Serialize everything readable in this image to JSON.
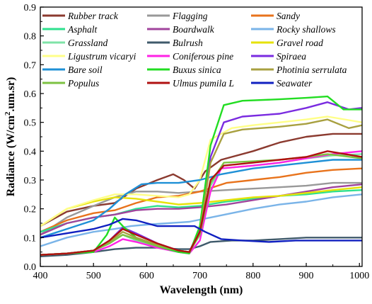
{
  "chart_data": {
    "type": "line",
    "title": "",
    "xlabel": "Wavelength (nm)",
    "ylabel_main": "Radiance (W/cm",
    "ylabel_sup": "2",
    "ylabel_rest": ".um.sr)",
    "xlim": [
      400,
      1005
    ],
    "ylim": [
      0,
      0.9
    ],
    "xticks": [
      400,
      500,
      600,
      700,
      800,
      900,
      1000
    ],
    "yticks": [
      0.0,
      0.1,
      0.2,
      0.3,
      0.4,
      0.5,
      0.6,
      0.7,
      0.8,
      0.9
    ],
    "grid": false,
    "legend_position": "top",
    "series": [
      {
        "name": "Rubber track",
        "color": "#8B3A2F",
        "points": [
          [
            400,
            0.14
          ],
          [
            450,
            0.19
          ],
          [
            500,
            0.21
          ],
          [
            540,
            0.22
          ],
          [
            580,
            0.27
          ],
          [
            620,
            0.3
          ],
          [
            650,
            0.32
          ],
          [
            670,
            0.3
          ],
          [
            690,
            0.27
          ],
          [
            710,
            0.33
          ],
          [
            740,
            0.37
          ],
          [
            800,
            0.4
          ],
          [
            850,
            0.43
          ],
          [
            900,
            0.45
          ],
          [
            950,
            0.46
          ],
          [
            1005,
            0.46
          ]
        ]
      },
      {
        "name": "Flagging",
        "color": "#999999",
        "points": [
          [
            400,
            0.11
          ],
          [
            450,
            0.17
          ],
          [
            500,
            0.21
          ],
          [
            540,
            0.24
          ],
          [
            580,
            0.26
          ],
          [
            620,
            0.26
          ],
          [
            660,
            0.255
          ],
          [
            700,
            0.26
          ],
          [
            750,
            0.265
          ],
          [
            800,
            0.27
          ],
          [
            850,
            0.275
          ],
          [
            900,
            0.28
          ],
          [
            950,
            0.29
          ],
          [
            1005,
            0.29
          ]
        ]
      },
      {
        "name": "Sandy",
        "color": "#E8731C",
        "points": [
          [
            400,
            0.12
          ],
          [
            450,
            0.16
          ],
          [
            500,
            0.185
          ],
          [
            540,
            0.195
          ],
          [
            580,
            0.22
          ],
          [
            620,
            0.24
          ],
          [
            660,
            0.245
          ],
          [
            700,
            0.26
          ],
          [
            750,
            0.29
          ],
          [
            800,
            0.3
          ],
          [
            850,
            0.31
          ],
          [
            900,
            0.325
          ],
          [
            950,
            0.335
          ],
          [
            1005,
            0.34
          ]
        ]
      },
      {
        "name": "Asphalt",
        "color": "#2EE08E",
        "points": [
          [
            400,
            0.12
          ],
          [
            450,
            0.15
          ],
          [
            500,
            0.17
          ],
          [
            540,
            0.18
          ],
          [
            580,
            0.2
          ],
          [
            620,
            0.21
          ],
          [
            660,
            0.205
          ],
          [
            700,
            0.21
          ],
          [
            750,
            0.225
          ],
          [
            800,
            0.235
          ],
          [
            850,
            0.245
          ],
          [
            900,
            0.25
          ],
          [
            950,
            0.26
          ],
          [
            1005,
            0.265
          ]
        ]
      },
      {
        "name": "Boardwalk",
        "color": "#A0449C",
        "points": [
          [
            400,
            0.11
          ],
          [
            450,
            0.15
          ],
          [
            500,
            0.17
          ],
          [
            540,
            0.18
          ],
          [
            580,
            0.195
          ],
          [
            620,
            0.2
          ],
          [
            660,
            0.2
          ],
          [
            700,
            0.205
          ],
          [
            750,
            0.215
          ],
          [
            800,
            0.23
          ],
          [
            850,
            0.245
          ],
          [
            900,
            0.26
          ],
          [
            950,
            0.275
          ],
          [
            1005,
            0.285
          ]
        ]
      },
      {
        "name": "Rocky shallows",
        "color": "#7AB4E8",
        "points": [
          [
            400,
            0.07
          ],
          [
            450,
            0.1
          ],
          [
            500,
            0.12
          ],
          [
            540,
            0.13
          ],
          [
            570,
            0.14
          ],
          [
            600,
            0.145
          ],
          [
            640,
            0.15
          ],
          [
            680,
            0.155
          ],
          [
            720,
            0.17
          ],
          [
            760,
            0.185
          ],
          [
            800,
            0.2
          ],
          [
            850,
            0.215
          ],
          [
            900,
            0.225
          ],
          [
            950,
            0.24
          ],
          [
            1005,
            0.25
          ]
        ]
      },
      {
        "name": "Grassland",
        "color": "#7FE3A7",
        "points": [
          [
            400,
            0.04
          ],
          [
            450,
            0.045
          ],
          [
            500,
            0.055
          ],
          [
            530,
            0.085
          ],
          [
            555,
            0.11
          ],
          [
            580,
            0.09
          ],
          [
            620,
            0.07
          ],
          [
            660,
            0.055
          ],
          [
            680,
            0.05
          ],
          [
            700,
            0.11
          ],
          [
            720,
            0.28
          ],
          [
            740,
            0.34
          ],
          [
            800,
            0.35
          ],
          [
            850,
            0.36
          ],
          [
            900,
            0.375
          ],
          [
            950,
            0.385
          ],
          [
            1005,
            0.39
          ]
        ]
      },
      {
        "name": "Bulrush",
        "color": "#3F5A6B",
        "points": [
          [
            400,
            0.035
          ],
          [
            450,
            0.04
          ],
          [
            500,
            0.05
          ],
          [
            540,
            0.06
          ],
          [
            580,
            0.065
          ],
          [
            620,
            0.065
          ],
          [
            660,
            0.06
          ],
          [
            680,
            0.06
          ],
          [
            700,
            0.07
          ],
          [
            720,
            0.085
          ],
          [
            760,
            0.09
          ],
          [
            800,
            0.09
          ],
          [
            850,
            0.095
          ],
          [
            900,
            0.1
          ],
          [
            950,
            0.1
          ],
          [
            1005,
            0.1
          ]
        ]
      },
      {
        "name": "Gravel road",
        "color": "#E6E20A",
        "points": [
          [
            400,
            0.14
          ],
          [
            450,
            0.2
          ],
          [
            500,
            0.225
          ],
          [
            540,
            0.24
          ],
          [
            580,
            0.235
          ],
          [
            620,
            0.225
          ],
          [
            660,
            0.215
          ],
          [
            700,
            0.22
          ],
          [
            750,
            0.23
          ],
          [
            800,
            0.24
          ],
          [
            850,
            0.245
          ],
          [
            900,
            0.255
          ],
          [
            950,
            0.265
          ],
          [
            1005,
            0.275
          ]
        ]
      },
      {
        "name": "Ligustrum vicaryi",
        "color": "#FFFF88",
        "points": [
          [
            400,
            0.14
          ],
          [
            450,
            0.2
          ],
          [
            500,
            0.23
          ],
          [
            540,
            0.25
          ],
          [
            580,
            0.25
          ],
          [
            620,
            0.245
          ],
          [
            660,
            0.24
          ],
          [
            680,
            0.25
          ],
          [
            700,
            0.3
          ],
          [
            720,
            0.44
          ],
          [
            760,
            0.48
          ],
          [
            800,
            0.49
          ],
          [
            850,
            0.5
          ],
          [
            900,
            0.51
          ],
          [
            940,
            0.52
          ],
          [
            1005,
            0.5
          ]
        ]
      },
      {
        "name": "Coniferous pine",
        "color": "#FF22E5",
        "points": [
          [
            400,
            0.04
          ],
          [
            450,
            0.045
          ],
          [
            500,
            0.05
          ],
          [
            530,
            0.07
          ],
          [
            555,
            0.095
          ],
          [
            580,
            0.085
          ],
          [
            620,
            0.065
          ],
          [
            660,
            0.05
          ],
          [
            680,
            0.045
          ],
          [
            700,
            0.09
          ],
          [
            720,
            0.26
          ],
          [
            740,
            0.34
          ],
          [
            800,
            0.35
          ],
          [
            850,
            0.36
          ],
          [
            900,
            0.375
          ],
          [
            950,
            0.39
          ],
          [
            1005,
            0.4
          ]
        ]
      },
      {
        "name": "Spiraea",
        "color": "#7A2BE0",
        "points": [
          [
            400,
            0.04
          ],
          [
            450,
            0.045
          ],
          [
            500,
            0.055
          ],
          [
            530,
            0.09
          ],
          [
            555,
            0.135
          ],
          [
            580,
            0.115
          ],
          [
            620,
            0.08
          ],
          [
            660,
            0.055
          ],
          [
            680,
            0.05
          ],
          [
            700,
            0.13
          ],
          [
            720,
            0.38
          ],
          [
            745,
            0.5
          ],
          [
            780,
            0.52
          ],
          [
            850,
            0.53
          ],
          [
            900,
            0.55
          ],
          [
            940,
            0.57
          ],
          [
            980,
            0.545
          ],
          [
            1005,
            0.55
          ]
        ]
      },
      {
        "name": "Bare soil",
        "color": "#1F90D6",
        "points": [
          [
            400,
            0.1
          ],
          [
            450,
            0.13
          ],
          [
            500,
            0.16
          ],
          [
            530,
            0.2
          ],
          [
            560,
            0.25
          ],
          [
            590,
            0.285
          ],
          [
            620,
            0.29
          ],
          [
            660,
            0.29
          ],
          [
            700,
            0.3
          ],
          [
            740,
            0.32
          ],
          [
            800,
            0.34
          ],
          [
            850,
            0.35
          ],
          [
            900,
            0.36
          ],
          [
            950,
            0.37
          ],
          [
            1005,
            0.37
          ]
        ]
      },
      {
        "name": "Buxus sinica",
        "color": "#22DD22",
        "points": [
          [
            400,
            0.04
          ],
          [
            450,
            0.045
          ],
          [
            500,
            0.05
          ],
          [
            525,
            0.11
          ],
          [
            540,
            0.17
          ],
          [
            555,
            0.14
          ],
          [
            580,
            0.1
          ],
          [
            620,
            0.07
          ],
          [
            660,
            0.05
          ],
          [
            680,
            0.045
          ],
          [
            700,
            0.14
          ],
          [
            720,
            0.42
          ],
          [
            745,
            0.56
          ],
          [
            780,
            0.575
          ],
          [
            850,
            0.58
          ],
          [
            900,
            0.585
          ],
          [
            940,
            0.59
          ],
          [
            970,
            0.545
          ],
          [
            1005,
            0.545
          ]
        ]
      },
      {
        "name": "Photinia serrulata",
        "color": "#A8A040",
        "points": [
          [
            400,
            0.04
          ],
          [
            450,
            0.045
          ],
          [
            500,
            0.055
          ],
          [
            530,
            0.085
          ],
          [
            555,
            0.12
          ],
          [
            580,
            0.1
          ],
          [
            620,
            0.075
          ],
          [
            660,
            0.055
          ],
          [
            680,
            0.05
          ],
          [
            700,
            0.12
          ],
          [
            720,
            0.36
          ],
          [
            745,
            0.46
          ],
          [
            780,
            0.475
          ],
          [
            850,
            0.485
          ],
          [
            900,
            0.495
          ],
          [
            940,
            0.51
          ],
          [
            980,
            0.48
          ],
          [
            1005,
            0.49
          ]
        ]
      },
      {
        "name": "Populus",
        "color": "#7DC242",
        "points": [
          [
            400,
            0.04
          ],
          [
            450,
            0.045
          ],
          [
            500,
            0.055
          ],
          [
            530,
            0.08
          ],
          [
            555,
            0.11
          ],
          [
            580,
            0.095
          ],
          [
            620,
            0.07
          ],
          [
            660,
            0.055
          ],
          [
            680,
            0.05
          ],
          [
            700,
            0.11
          ],
          [
            720,
            0.29
          ],
          [
            745,
            0.36
          ],
          [
            800,
            0.365
          ],
          [
            850,
            0.37
          ],
          [
            900,
            0.38
          ],
          [
            940,
            0.39
          ],
          [
            1005,
            0.375
          ]
        ]
      },
      {
        "name": "Ulmus pumila L",
        "color": "#B01010",
        "points": [
          [
            400,
            0.04
          ],
          [
            450,
            0.045
          ],
          [
            500,
            0.055
          ],
          [
            530,
            0.09
          ],
          [
            555,
            0.13
          ],
          [
            580,
            0.11
          ],
          [
            620,
            0.08
          ],
          [
            660,
            0.055
          ],
          [
            680,
            0.05
          ],
          [
            700,
            0.12
          ],
          [
            720,
            0.3
          ],
          [
            745,
            0.35
          ],
          [
            800,
            0.36
          ],
          [
            850,
            0.37
          ],
          [
            900,
            0.38
          ],
          [
            940,
            0.4
          ],
          [
            1005,
            0.38
          ]
        ]
      },
      {
        "name": "Seawater",
        "color": "#1020C0",
        "points": [
          [
            400,
            0.1
          ],
          [
            450,
            0.115
          ],
          [
            500,
            0.13
          ],
          [
            530,
            0.145
          ],
          [
            555,
            0.165
          ],
          [
            580,
            0.16
          ],
          [
            620,
            0.14
          ],
          [
            660,
            0.14
          ],
          [
            690,
            0.14
          ],
          [
            710,
            0.12
          ],
          [
            740,
            0.095
          ],
          [
            780,
            0.09
          ],
          [
            830,
            0.085
          ],
          [
            880,
            0.09
          ],
          [
            930,
            0.09
          ],
          [
            1005,
            0.09
          ]
        ]
      }
    ]
  }
}
